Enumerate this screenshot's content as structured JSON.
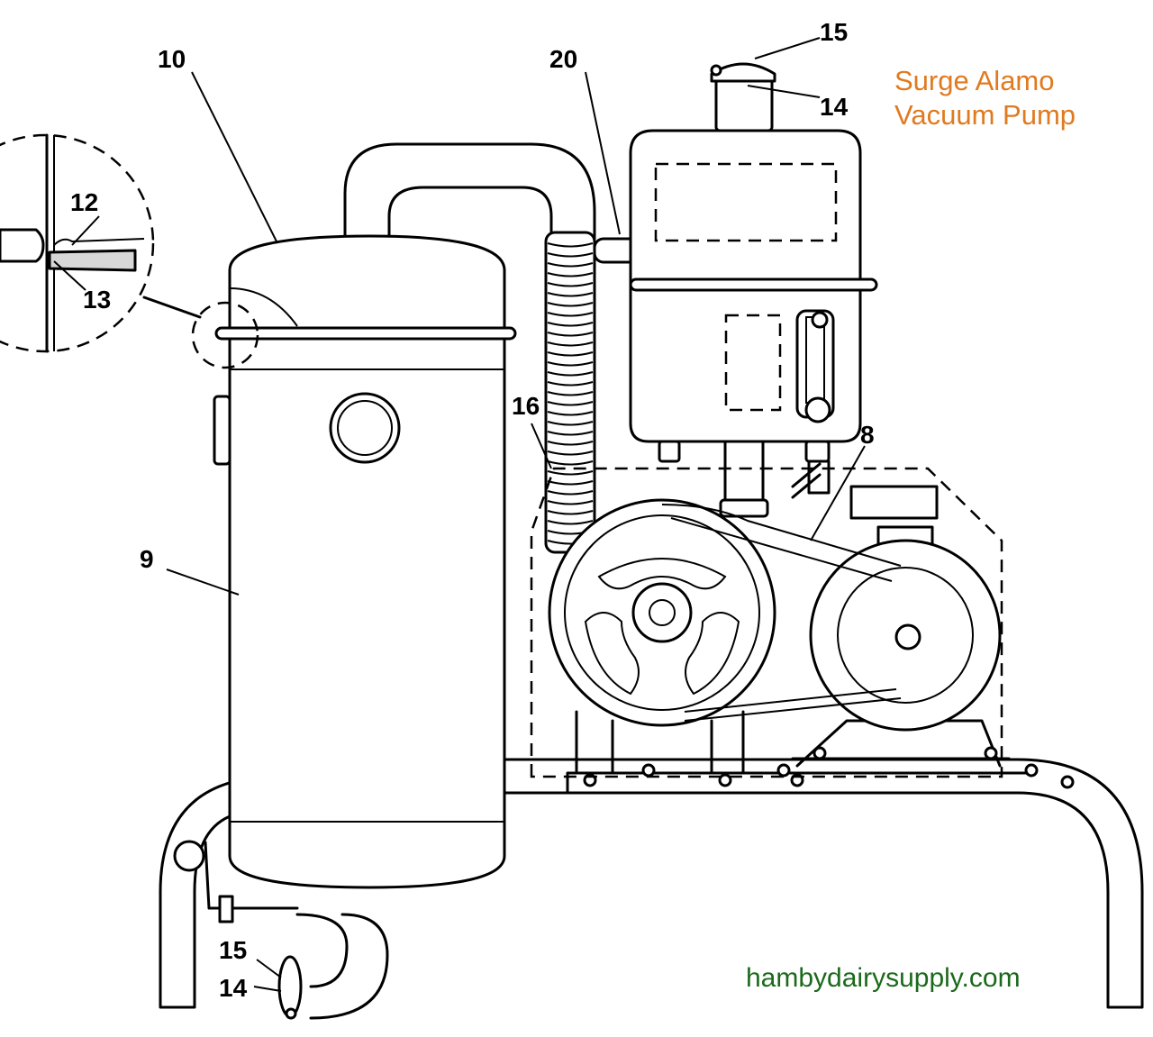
{
  "diagram": {
    "title_line1": "Surge Alamo",
    "title_line2": "Vacuum Pump",
    "watermark": "hambydairysupply.com",
    "colors": {
      "title": "#e07a1f",
      "watermark": "#1b6a1b",
      "line": "#000000"
    },
    "callouts": {
      "c10": "10",
      "c20": "20",
      "c15_top": "15",
      "c14_top": "14",
      "c12": "12",
      "c13": "13",
      "c16": "16",
      "c8": "8",
      "c9": "9",
      "c15_bottom": "15",
      "c14_bottom": "14"
    }
  }
}
